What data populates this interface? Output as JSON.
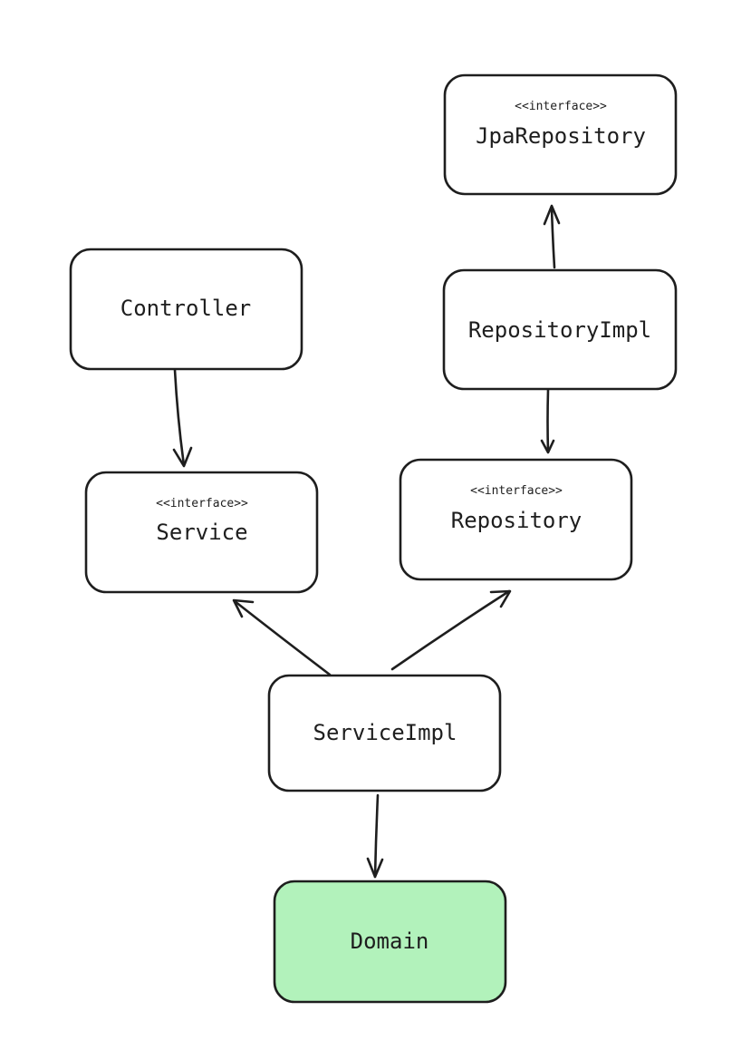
{
  "nodes": {
    "jpa_repository": {
      "stereotype": "<<interface>>",
      "name": "JpaRepository"
    },
    "controller": {
      "name": "Controller"
    },
    "repository_impl": {
      "name": "RepositoryImpl"
    },
    "service": {
      "stereotype": "<<interface>>",
      "name": "Service"
    },
    "repository": {
      "stereotype": "<<interface>>",
      "name": "Repository"
    },
    "service_impl": {
      "name": "ServiceImpl"
    },
    "domain": {
      "name": "Domain"
    }
  },
  "colors": {
    "stroke": "#1e1e1e",
    "domain_fill": "#b2f2bb",
    "background": "#ffffff"
  }
}
